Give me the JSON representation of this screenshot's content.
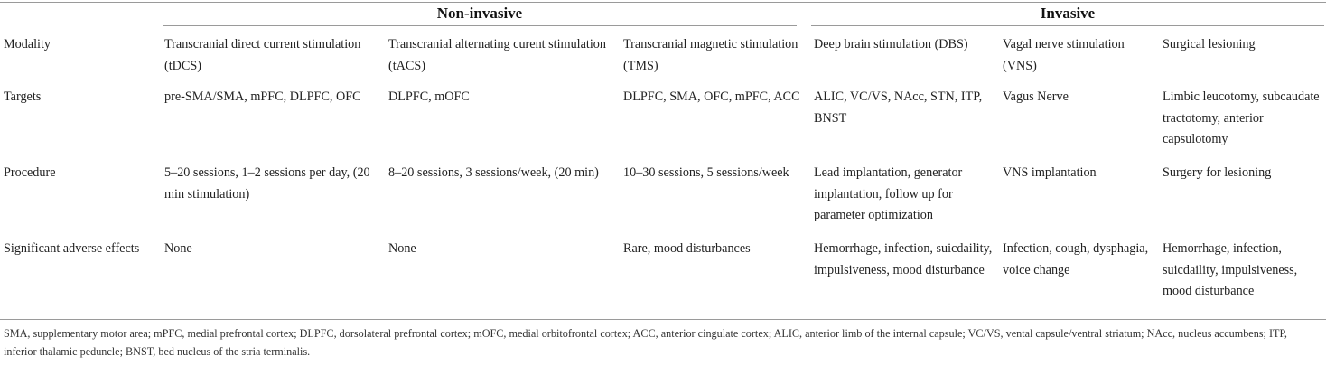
{
  "groups": {
    "non_invasive": "Non-invasive",
    "invasive": "Invasive"
  },
  "rows": [
    {
      "label": "Modality",
      "cells": [
        "Transcranial direct current stimulation (tDCS)",
        "Transcranial alternating curent stimulation (tACS)",
        "Transcranial magnetic stimulation (TMS)",
        "Deep brain stimulation (DBS)",
        "Vagal nerve stimulation (VNS)",
        "Surgical lesioning"
      ]
    },
    {
      "label": "Targets",
      "cells": [
        "pre-SMA/SMA, mPFC, DLPFC, OFC",
        "DLPFC, mOFC",
        "DLPFC, SMA, OFC, mPFC, ACC",
        "ALIC, VC/VS, NAcc, STN, ITP, BNST",
        "Vagus Nerve",
        "Limbic leucotomy, subcaudate tractotomy, anterior capsulotomy"
      ]
    },
    {
      "label": "Procedure",
      "cells": [
        "5–20 sessions, 1–2 sessions per day, (20 min stimulation)",
        "8–20 sessions, 3 sessions/week, (20 min)",
        "10–30 sessions, 5 sessions/week",
        "Lead implantation, generator implantation, follow up for parameter optimization",
        "VNS implantation",
        "Surgery for lesioning"
      ]
    },
    {
      "label": "Significant adverse effects",
      "cells": [
        "None",
        "None",
        "Rare, mood disturbances",
        "Hemorrhage, infection, suicdaility, impulsiveness, mood disturbance",
        "Infection, cough, dysphagia, voice change",
        "Hemorrhage, infection, suicdaility, impulsiveness, mood disturbance"
      ]
    }
  ],
  "footnote": "SMA, supplementary motor area; mPFC, medial prefrontal cortex; DLPFC, dorsolateral prefrontal cortex; mOFC, medial orbitofrontal cortex; ACC, anterior cingulate cortex; ALIC, anterior limb of the internal capsule; VC/VS, vental capsule/ventral striatum; NAcc, nucleus accumbens; ITP, inferior thalamic peduncle; BNST, bed nucleus of the stria terminalis."
}
